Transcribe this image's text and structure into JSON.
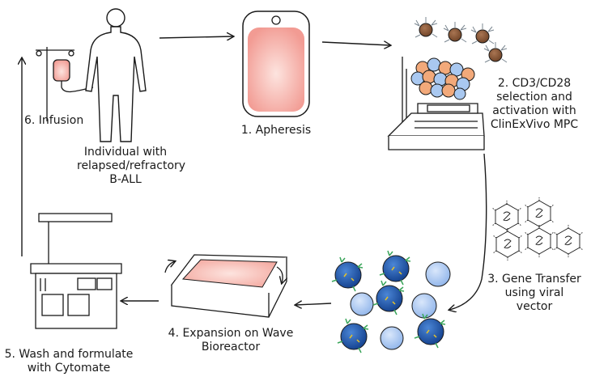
{
  "steps": {
    "patient": {
      "lines": [
        "Individual with",
        "relapsed/refractory",
        "B-ALL"
      ]
    },
    "apheresis": {
      "lines": [
        "1. Apheresis"
      ]
    },
    "activation": {
      "lines": [
        "2. CD3/CD28",
        "selection and",
        "activation with",
        "ClinExVivo MPC"
      ]
    },
    "gene_transfer": {
      "lines": [
        "3. Gene Transfer",
        "using viral",
        "vector"
      ]
    },
    "expansion": {
      "lines": [
        "4. Expansion on Wave",
        "Bioreactor"
      ]
    },
    "wash": {
      "lines": [
        "5. Wash and formulate",
        "with Cytomate"
      ]
    },
    "infusion": {
      "lines": [
        "6. Infusion"
      ]
    }
  },
  "colors": {
    "bag_fill": "#f4a7a0",
    "bag_core": "#fde4df",
    "bead_brown": "#8b5a3c",
    "cell_orange": "#f2a97a",
    "cell_blue_light": "#a9c8f0",
    "cell_blue_dark": "#1f58b5",
    "receptor_green": "#3aa55a",
    "receptor_yellow": "#e6c229",
    "outline": "#1a1a1a"
  }
}
